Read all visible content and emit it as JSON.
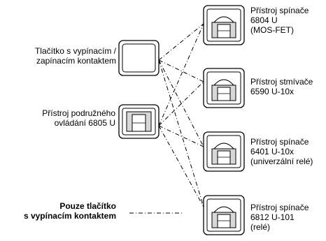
{
  "left_labels": {
    "push_button": [
      "Tlačítko s vypínacím /",
      "zapínacím kontaktem"
    ],
    "extension": [
      "Přístroj podružného",
      "ovládání 6805 U"
    ],
    "note": [
      "Pouze tlačítko",
      "s vypínacím kontaktem"
    ]
  },
  "devices": [
    {
      "lines": [
        "Přístroj spínače",
        "6804 U",
        "(MOS-FET)"
      ]
    },
    {
      "lines": [
        "Přístroj stmívače",
        "6590 U-10x"
      ]
    },
    {
      "lines": [
        "Přístroj spínače",
        "6401 U-10x",
        "(univerzální relé)"
      ]
    },
    {
      "lines": [
        "Přístroj spínače",
        "6812 U-101",
        "(relé)"
      ]
    }
  ]
}
